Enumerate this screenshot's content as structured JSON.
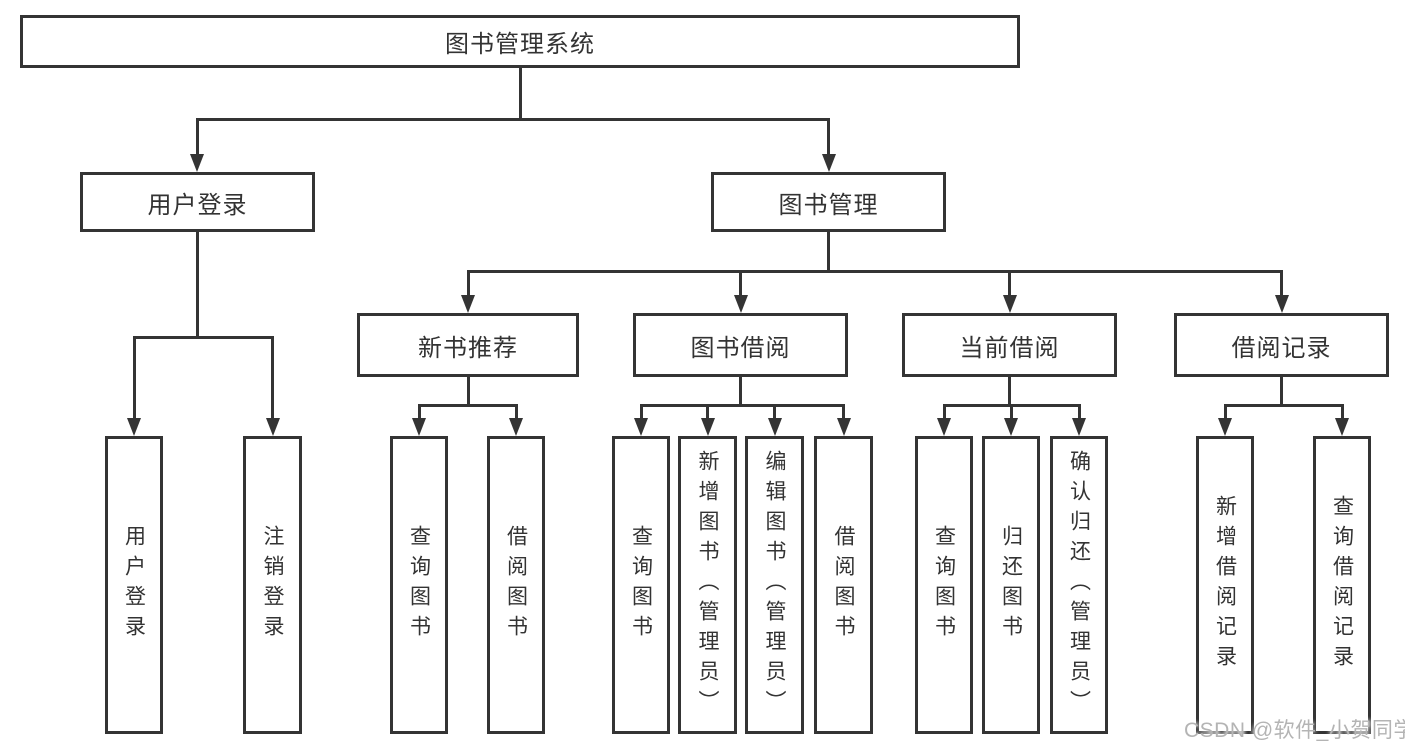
{
  "colors": {
    "line": "#343434",
    "text": "#333333",
    "watermark": "#b4b4b4",
    "background": "#ffffff"
  },
  "watermark": {
    "text": "CSDN @软件_小贺同学"
  },
  "tree": {
    "root": {
      "label": "图书管理系统",
      "children": [
        {
          "label": "用户登录",
          "children": [
            {
              "label": "用户登录"
            },
            {
              "label": "注销登录"
            }
          ]
        },
        {
          "label": "图书管理",
          "children": [
            {
              "label": "新书推荐",
              "children": [
                {
                  "label": "查询图书"
                },
                {
                  "label": "借阅图书"
                }
              ]
            },
            {
              "label": "图书借阅",
              "children": [
                {
                  "label": "查询图书"
                },
                {
                  "label": "新增图书（管理员）"
                },
                {
                  "label": "编辑图书（管理员）"
                },
                {
                  "label": "借阅图书"
                }
              ]
            },
            {
              "label": "当前借阅",
              "children": [
                {
                  "label": "查询图书"
                },
                {
                  "label": "归还图书"
                },
                {
                  "label": "确认归还（管理员）"
                }
              ]
            },
            {
              "label": "借阅记录",
              "children": [
                {
                  "label": "新增借阅记录"
                },
                {
                  "label": "查询借阅记录"
                }
              ]
            }
          ]
        }
      ]
    }
  }
}
